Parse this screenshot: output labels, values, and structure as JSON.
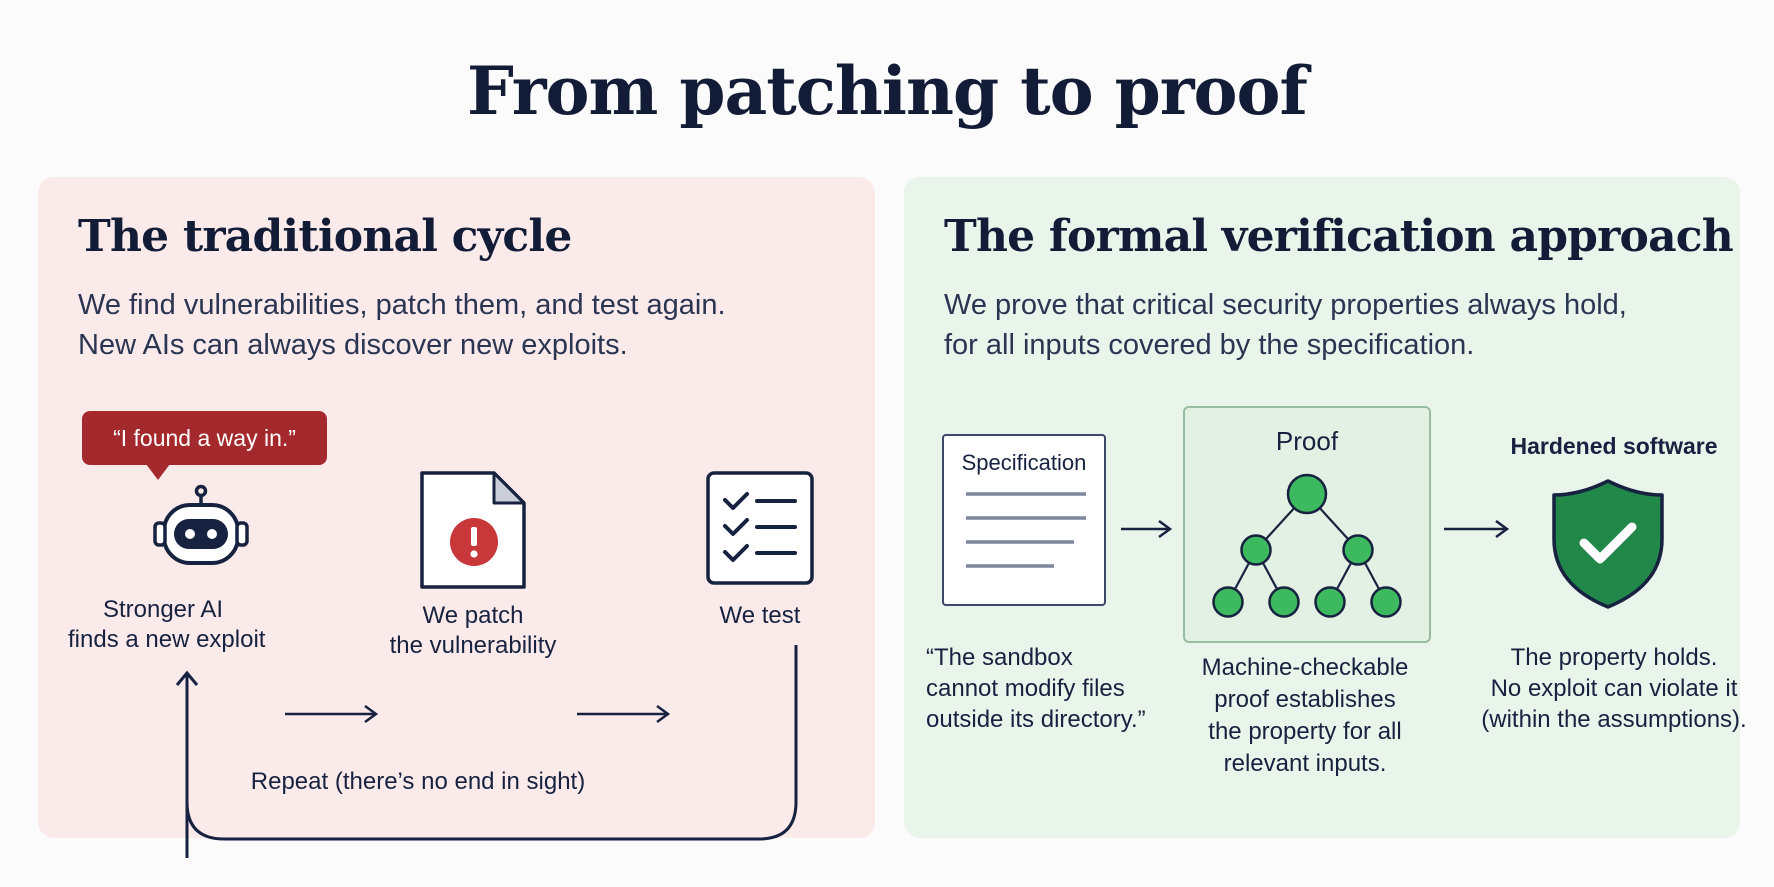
{
  "title": "From patching to proof",
  "left_panel": {
    "title": "The traditional cycle",
    "subtitle_lines": [
      "We find vulnerabilities, patch them, and test again.",
      "New AIs can always discover new exploits."
    ],
    "speech_bubble": "“I found a way in.”",
    "steps": [
      {
        "icon": "robot-icon",
        "lines": [
          "Stronger AI",
          "finds a new exploit"
        ]
      },
      {
        "icon": "document-alert-icon",
        "lines": [
          "We patch",
          "the vulnerability"
        ]
      },
      {
        "icon": "checklist-icon",
        "lines": [
          "We test"
        ]
      }
    ],
    "loop_label": "Repeat (there’s no end in sight)"
  },
  "right_panel": {
    "title": "The formal verification approach",
    "subtitle_lines": [
      "We prove that critical security properties always hold,",
      "for all inputs covered by the specification."
    ],
    "steps": [
      {
        "heading": "Specification",
        "icon": "specification-document-icon",
        "caption_lines": [
          "“The sandbox",
          "cannot modify files",
          "outside its directory.”"
        ]
      },
      {
        "heading": "Proof",
        "icon": "proof-tree-icon",
        "caption_lines": [
          "Machine-checkable",
          "proof establishes",
          "the property for all",
          "relevant inputs."
        ]
      },
      {
        "heading": "Hardened software",
        "icon": "shield-check-icon",
        "caption_lines": [
          "The property holds.",
          "No exploit can violate it",
          "(within the assumptions)."
        ]
      }
    ]
  },
  "colors": {
    "left_panel_bg": "#fbeaea",
    "right_panel_bg": "#e9f4eb",
    "alert_red": "#c8373a",
    "speech_red": "#a3292d",
    "proof_green": "#3dba5f",
    "shield_green": "#22884a",
    "ink": "#16223f"
  }
}
